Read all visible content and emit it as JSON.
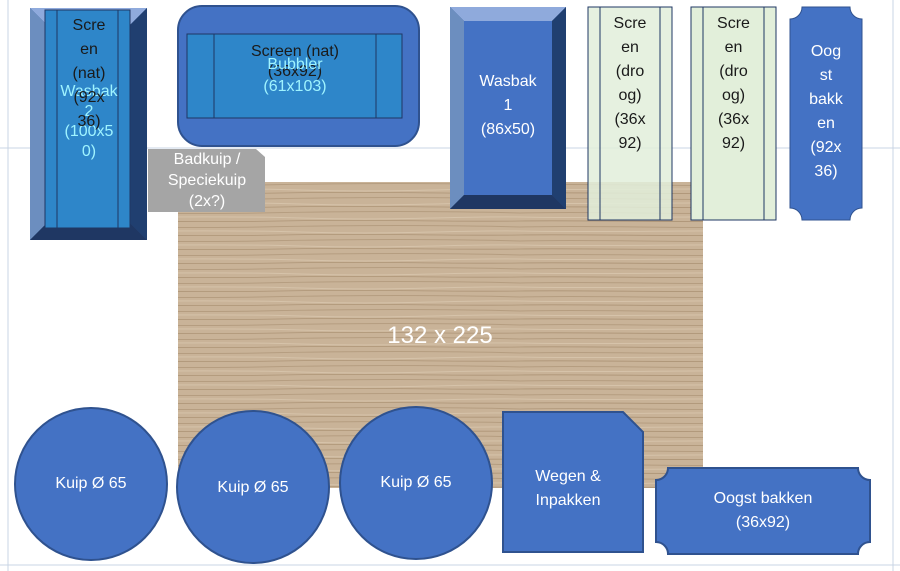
{
  "floorplan": {
    "table_label": "132 x 225",
    "wasbak2_label": "Wasbak\n2\n(100x5\n0)",
    "screen_nat_vertical_label": "Scre\nen\n(nat)\n(92x\n36)",
    "bubbler_label": "Bubbler\n(61x103)",
    "screen_nat_horizontal_label": "Screen (nat)\n(36x92)",
    "badkuip_label": "Badkuip /\nSpeciekuip\n(2x?)",
    "wasbak1_label": "Wasbak\n1\n(86x50)",
    "screen_droog_1_label": "Scre\nen\n(dro\nog)\n(36x\n92)",
    "screen_droog_2_label": "Scre\nen\n(dro\nog)\n(36x\n92)",
    "oogst_bakken_vertical_label": "Oog\nst\nbakk\nen\n(92x\n36)",
    "kuip_1_label": "Kuip Ø 65",
    "kuip_2_label": "Kuip Ø 65",
    "kuip_3_label": "Kuip Ø 65",
    "wegen_label": "Wegen &\nInpakken",
    "oogst_bakken_horizontal_label": "Oogst bakken\n(36x92)"
  },
  "colors": {
    "blue_fill": "#4472c4",
    "blue_dark": "#2f528f",
    "blue_light_bevel": "#8faadc",
    "cyan_inner": "#2e86c9",
    "green_screen": "#e2efda",
    "gray_badkuip": "#a5a5a5",
    "wood_base": "#c9b398",
    "border_light": "#c9d4e4"
  }
}
